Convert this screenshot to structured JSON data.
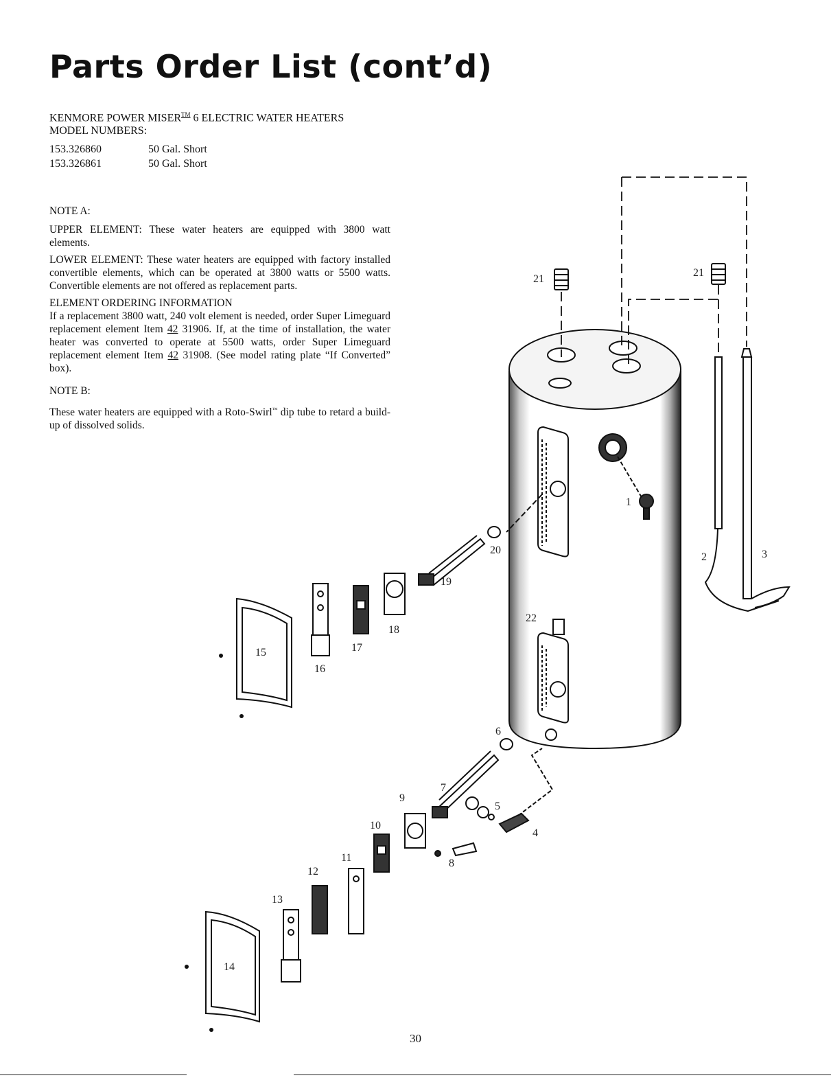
{
  "page": {
    "title": "Parts Order List (cont’d)",
    "brand_line_a": "KENMORE POWER MISER",
    "trademark": "TM",
    "brand_line_b": " 6 ELECTRIC WATER HEATERS",
    "model_heading": "MODEL NUMBERS:",
    "models": [
      {
        "number": "153.326860",
        "description": "50 Gal. Short"
      },
      {
        "number": "153.326861",
        "description": "50 Gal. Short"
      }
    ],
    "page_number": "30"
  },
  "notes": {
    "note_a_heading": "NOTE A:",
    "upper_label": "UPPER ELEMENT:",
    "upper_text": " These water heaters are equipped with 3800 watt elements.",
    "lower_label": "LOWER ELEMENT:",
    "lower_text": " These water heaters are equipped with factory installed convertible elements, which can be operated at 3800 watts or 5500 watts. Convertible elements are not offered as replacement parts.",
    "ordering_heading": "ELEMENT ORDERING INFORMATION",
    "ordering_1": "If a replacement 3800 watt, 240 volt element is needed, order Super Limeguard replacement element Item ",
    "item_ref_1": "42",
    "ordering_2": " 31906. If, at the time of installation, the water heater was converted to operate at 5500 watts, order Super Limeguard replacement element Item ",
    "item_ref_2": "42",
    "ordering_3": " 31908. (See model rating plate “If Converted” box).",
    "note_b_heading": "NOTE B:",
    "note_b_text_a": "These water heaters are equipped with a Roto-Swirl",
    "note_b_tm": "™",
    "note_b_text_b": " dip tube to retard a build-up of dissolved solids."
  },
  "diagram": {
    "labels": {
      "p1": "1",
      "p2": "2",
      "p3": "3",
      "p4": "4",
      "p5": "5",
      "p6": "6",
      "p7": "7",
      "p8": "8",
      "p9": "9",
      "p10": "10",
      "p11": "11",
      "p12": "12",
      "p13": "13",
      "p14": "14",
      "p15": "15",
      "p16": "16",
      "p17": "17",
      "p18": "18",
      "p19": "19",
      "p20": "20",
      "p21a": "21",
      "p21b": "21",
      "p22": "22"
    }
  }
}
